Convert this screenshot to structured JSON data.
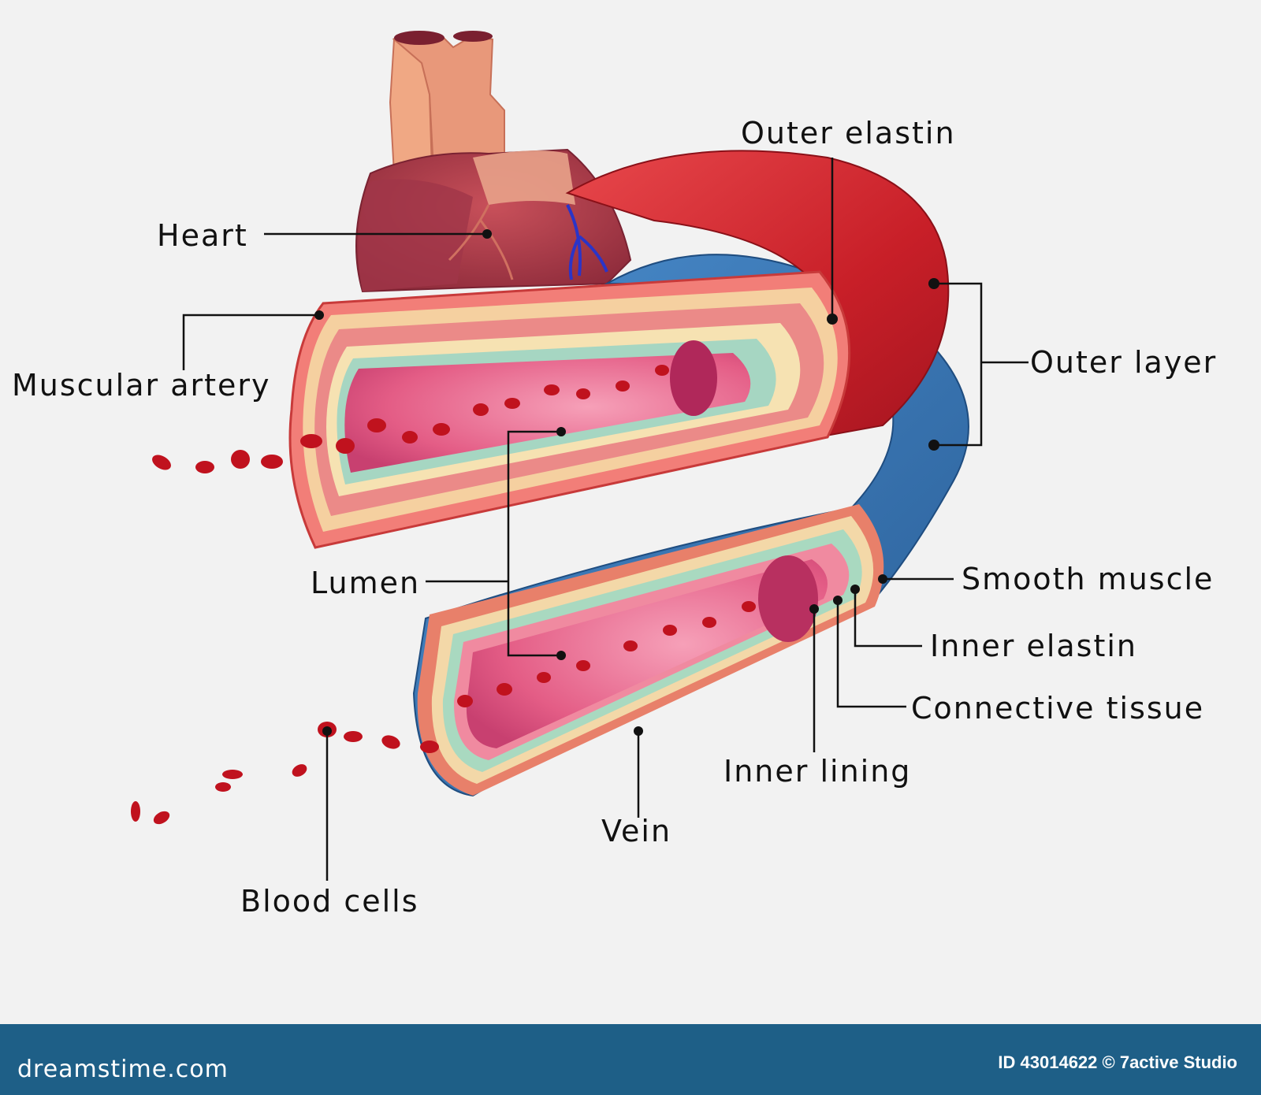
{
  "labels": {
    "heart": "Heart",
    "muscular_artery": "Muscular artery",
    "outer_elastin": "Outer elastin",
    "outer_layer": "Outer layer",
    "lumen": "Lumen",
    "smooth_muscle": "Smooth muscle",
    "inner_elastin": "Inner elastin",
    "connective_tissue": "Connective tissue",
    "inner_lining": "Inner lining",
    "vein": "Vein",
    "blood_cells": "Blood cells"
  },
  "footer": {
    "brand": "dreamstime.com",
    "image_id": "ID 43014622 © 7active Studio"
  },
  "colors": {
    "footer": "#1e5f87",
    "artery": "#d8252e",
    "vein": "#3a78b5",
    "lumen": "#e9638a",
    "blood_cell": "#c0121e"
  }
}
